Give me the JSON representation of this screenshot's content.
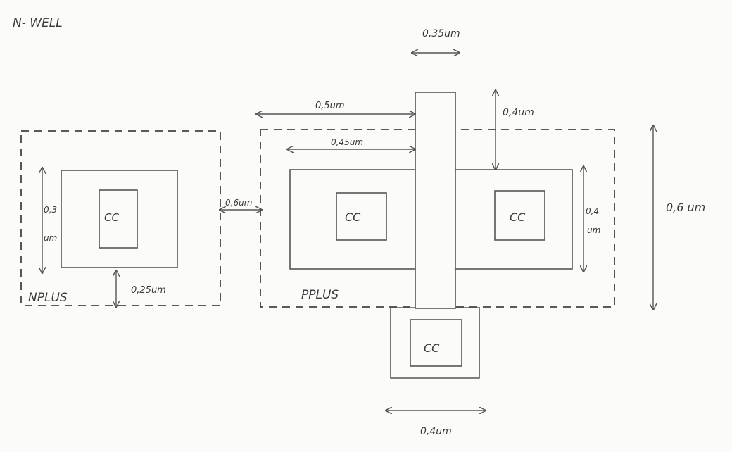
{
  "labels": {
    "title": "N- WELL",
    "nplus": "NPLUS",
    "pplus": "PPLUS",
    "cc": "CC"
  },
  "dims": {
    "gate_width": "0,35um",
    "left_extent": "0,5um",
    "inner_extent": "0,45um",
    "gate_ext": "0,4um",
    "nplus_height_a": "0,3",
    "nplus_height_b": "um",
    "nplus_gap": "0,25um",
    "spacing": "0,6um",
    "active_height_a": "0,4",
    "active_height_b": "um",
    "overall_height": "0,6 um",
    "pad_width": "0,4um"
  }
}
